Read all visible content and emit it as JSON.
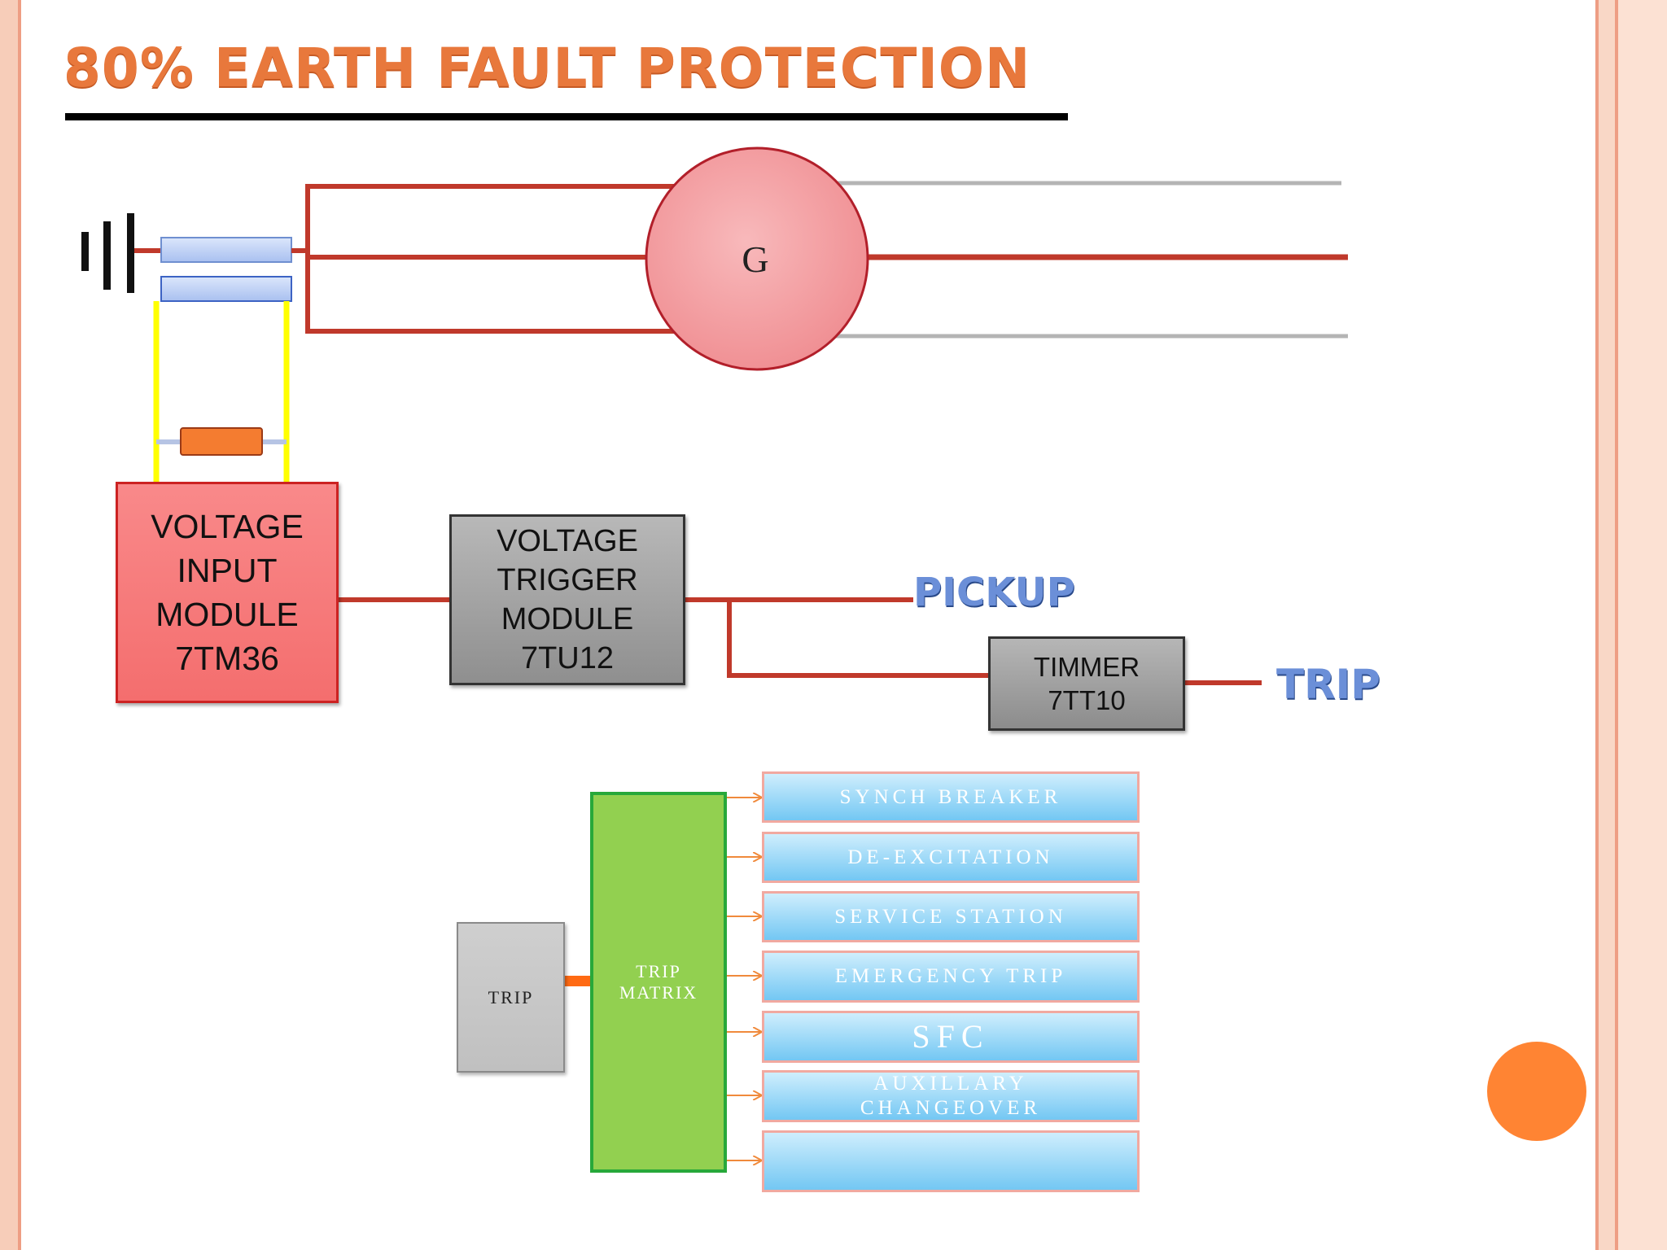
{
  "title": "80% EARTH FAULT PROTECTION",
  "generator": {
    "label": "G"
  },
  "modules": {
    "voltage_input": "VOLTAGE INPUT MODULE 7TM36",
    "voltage_input_lines": [
      "VOLTAGE",
      "INPUT",
      "MODULE",
      "7TM36"
    ],
    "voltage_trigger_lines": [
      "VOLTAGE",
      "TRIGGER",
      "MODULE",
      "7TU12"
    ],
    "timer_lines": [
      "TIMMER",
      "7TT10"
    ]
  },
  "signals": {
    "pickup": "PICKUP",
    "trip": "TRIP"
  },
  "trip_section": {
    "source": "TRIP",
    "matrix_lines": [
      "TRIP",
      "MATRIX"
    ],
    "outputs": [
      {
        "label": "SYNCH BREAKER",
        "size": "normal"
      },
      {
        "label": "DE-EXCITATION",
        "size": "normal"
      },
      {
        "label": "SERVICE STATION",
        "size": "normal"
      },
      {
        "label": "EMERGENCY TRIP",
        "size": "normal"
      },
      {
        "label": "SFC",
        "size": "big"
      },
      {
        "label": "AUXILLARY CHANGEOVER",
        "size": "normal"
      },
      {
        "label": "",
        "size": "normal"
      }
    ]
  },
  "colors": {
    "bus_line": "#c0392b",
    "generator_fill": "#f4a3a6",
    "ct_link": "#ffff00",
    "resistor": "#f47c30",
    "trip_link": "#ff6a13",
    "arrow": "#f08a3c",
    "accent_circle": "#ff8433",
    "frame": "#f4c2b0"
  }
}
